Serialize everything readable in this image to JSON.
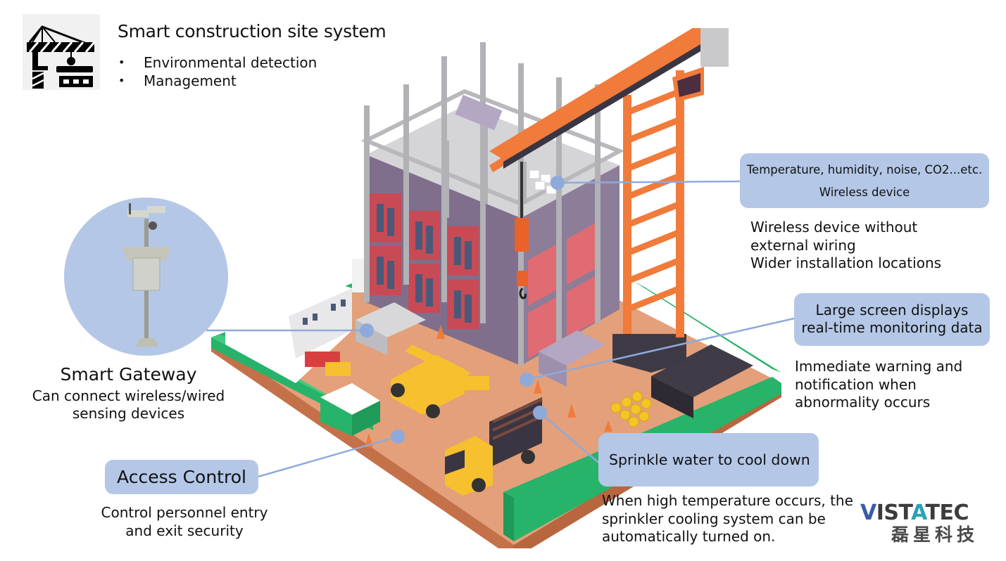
{
  "header": {
    "icon": "tower-crane-icon",
    "title": "Smart construction site system",
    "bullets": [
      "Environmental detection",
      "Management"
    ],
    "bullet_glyph": "•"
  },
  "callouts": {
    "sensor": {
      "box_lines": [
        "Temperature, humidity, noise, CO2...etc.",
        "Wireless device"
      ],
      "desc_lines": [
        "Wireless device without",
        "external wiring",
        "Wider installation locations"
      ]
    },
    "screen": {
      "box_lines": [
        "Large screen displays",
        "real-time monitoring data"
      ],
      "desc_lines": [
        "Immediate warning and",
        "notification when",
        "abnormality occurs"
      ]
    },
    "sprinkler": {
      "box_label": "Sprinkle water to cool down",
      "desc_lines": [
        "When high temperature occurs, the",
        "sprinkler cooling system can be",
        "automatically turned on."
      ]
    },
    "access": {
      "box_label": "Access Control",
      "desc_lines": [
        "Control personnel entry",
        "and exit security"
      ]
    },
    "gateway": {
      "title": "Smart Gateway",
      "desc_lines": [
        "Can connect wireless/wired",
        "sensing devices"
      ],
      "image": "gateway-pole-icon"
    }
  },
  "logo": {
    "en_first": "V",
    "en_mid": "IST",
    "en_a": "A",
    "en_rest": "TEC",
    "zh": "磊星科技"
  },
  "colors": {
    "callout_fill": "#b4c7e7",
    "leader_line": "#8eaadb",
    "crane": "#f07b3a",
    "fence": "#27b36a",
    "ground": "#e3a07a",
    "building_red": "#c84a55",
    "building_purple": "#7f6f8c",
    "concrete": "#c9c9cc"
  }
}
